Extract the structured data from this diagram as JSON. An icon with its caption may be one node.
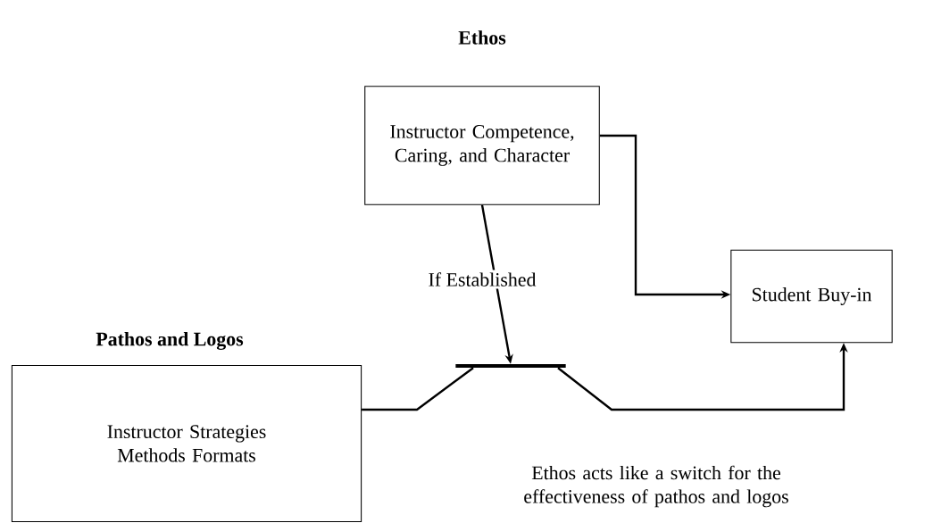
{
  "diagram": {
    "nodes": [
      {
        "text": [
          "Ethos",
          "Instructor Competence, Caring, and Character"
        ]
      },
      {
        "text": [
          "Student Buy-in"
        ]
      },
      {
        "text": [
          "Pathos and Logos",
          "Instructor Strategies Methods Formats"
        ]
      },
      {
        "text": [],
        "shape": "bar"
      }
    ],
    "edges": [
      {
        "from": 0,
        "to": 1,
        "arrow": "to"
      },
      {
        "from": 0,
        "to": 3,
        "arrow": "to",
        "label": "If Established"
      },
      {
        "from": 2,
        "to": 3,
        "arrow": "none"
      },
      {
        "from": 3,
        "to": 1,
        "arrow": "to"
      }
    ],
    "labels": [
      "Ethos acts like a switch for the effectiveness of pathos and logos"
    ]
  }
}
